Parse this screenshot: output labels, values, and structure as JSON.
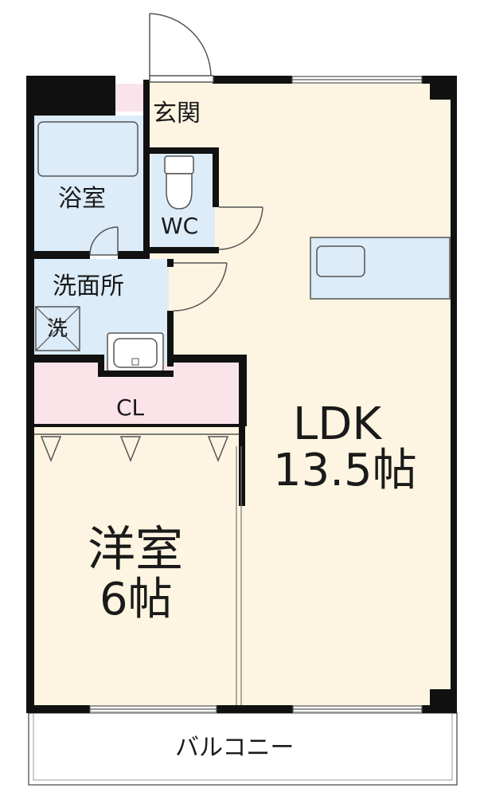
{
  "rooms": {
    "genkan": {
      "name": "玄関"
    },
    "bath": {
      "name": "浴室"
    },
    "wc": {
      "name": "WC"
    },
    "washroom": {
      "name": "洗面所"
    },
    "washer": {
      "name": "洗"
    },
    "closet": {
      "name": "CL"
    },
    "ldk": {
      "name": "LDK",
      "size": "13.5帖"
    },
    "western": {
      "name": "洋室",
      "size": "6帖"
    },
    "balcony": {
      "name": "バルコニー"
    }
  },
  "colors": {
    "living_floor": "#fdf5e1",
    "wet_area": "#dcecf8",
    "closet": "#fbe3ea",
    "entrance_step": "#fbe3ea",
    "wall": "#111111",
    "fixture_line": "#555555"
  }
}
